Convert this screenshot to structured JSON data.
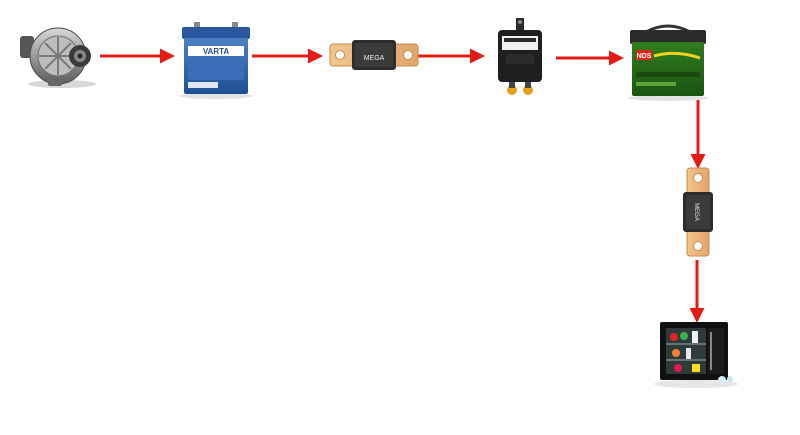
{
  "diagram": {
    "title": "",
    "arrow_color": "#e41b17",
    "components": [
      {
        "id": "alternator",
        "icon": "alternator-icon"
      },
      {
        "id": "starter-battery",
        "icon": "car-battery-icon",
        "label": "VARTA"
      },
      {
        "id": "mega-fuse-1",
        "icon": "mega-fuse-icon",
        "label": "MEGA"
      },
      {
        "id": "relay",
        "icon": "relay-icon"
      },
      {
        "id": "leisure-battery",
        "icon": "leisure-battery-icon",
        "label": "NDS"
      },
      {
        "id": "mega-fuse-2",
        "icon": "mega-fuse-icon",
        "label": "MEGA"
      },
      {
        "id": "fridge",
        "icon": "fridge-icon"
      }
    ],
    "connections": [
      {
        "from": "alternator",
        "to": "starter-battery"
      },
      {
        "from": "starter-battery",
        "to": "mega-fuse-1"
      },
      {
        "from": "mega-fuse-1",
        "to": "relay"
      },
      {
        "from": "relay",
        "to": "leisure-battery"
      },
      {
        "from": "leisure-battery",
        "to": "mega-fuse-2"
      },
      {
        "from": "mega-fuse-2",
        "to": "fridge"
      }
    ]
  }
}
